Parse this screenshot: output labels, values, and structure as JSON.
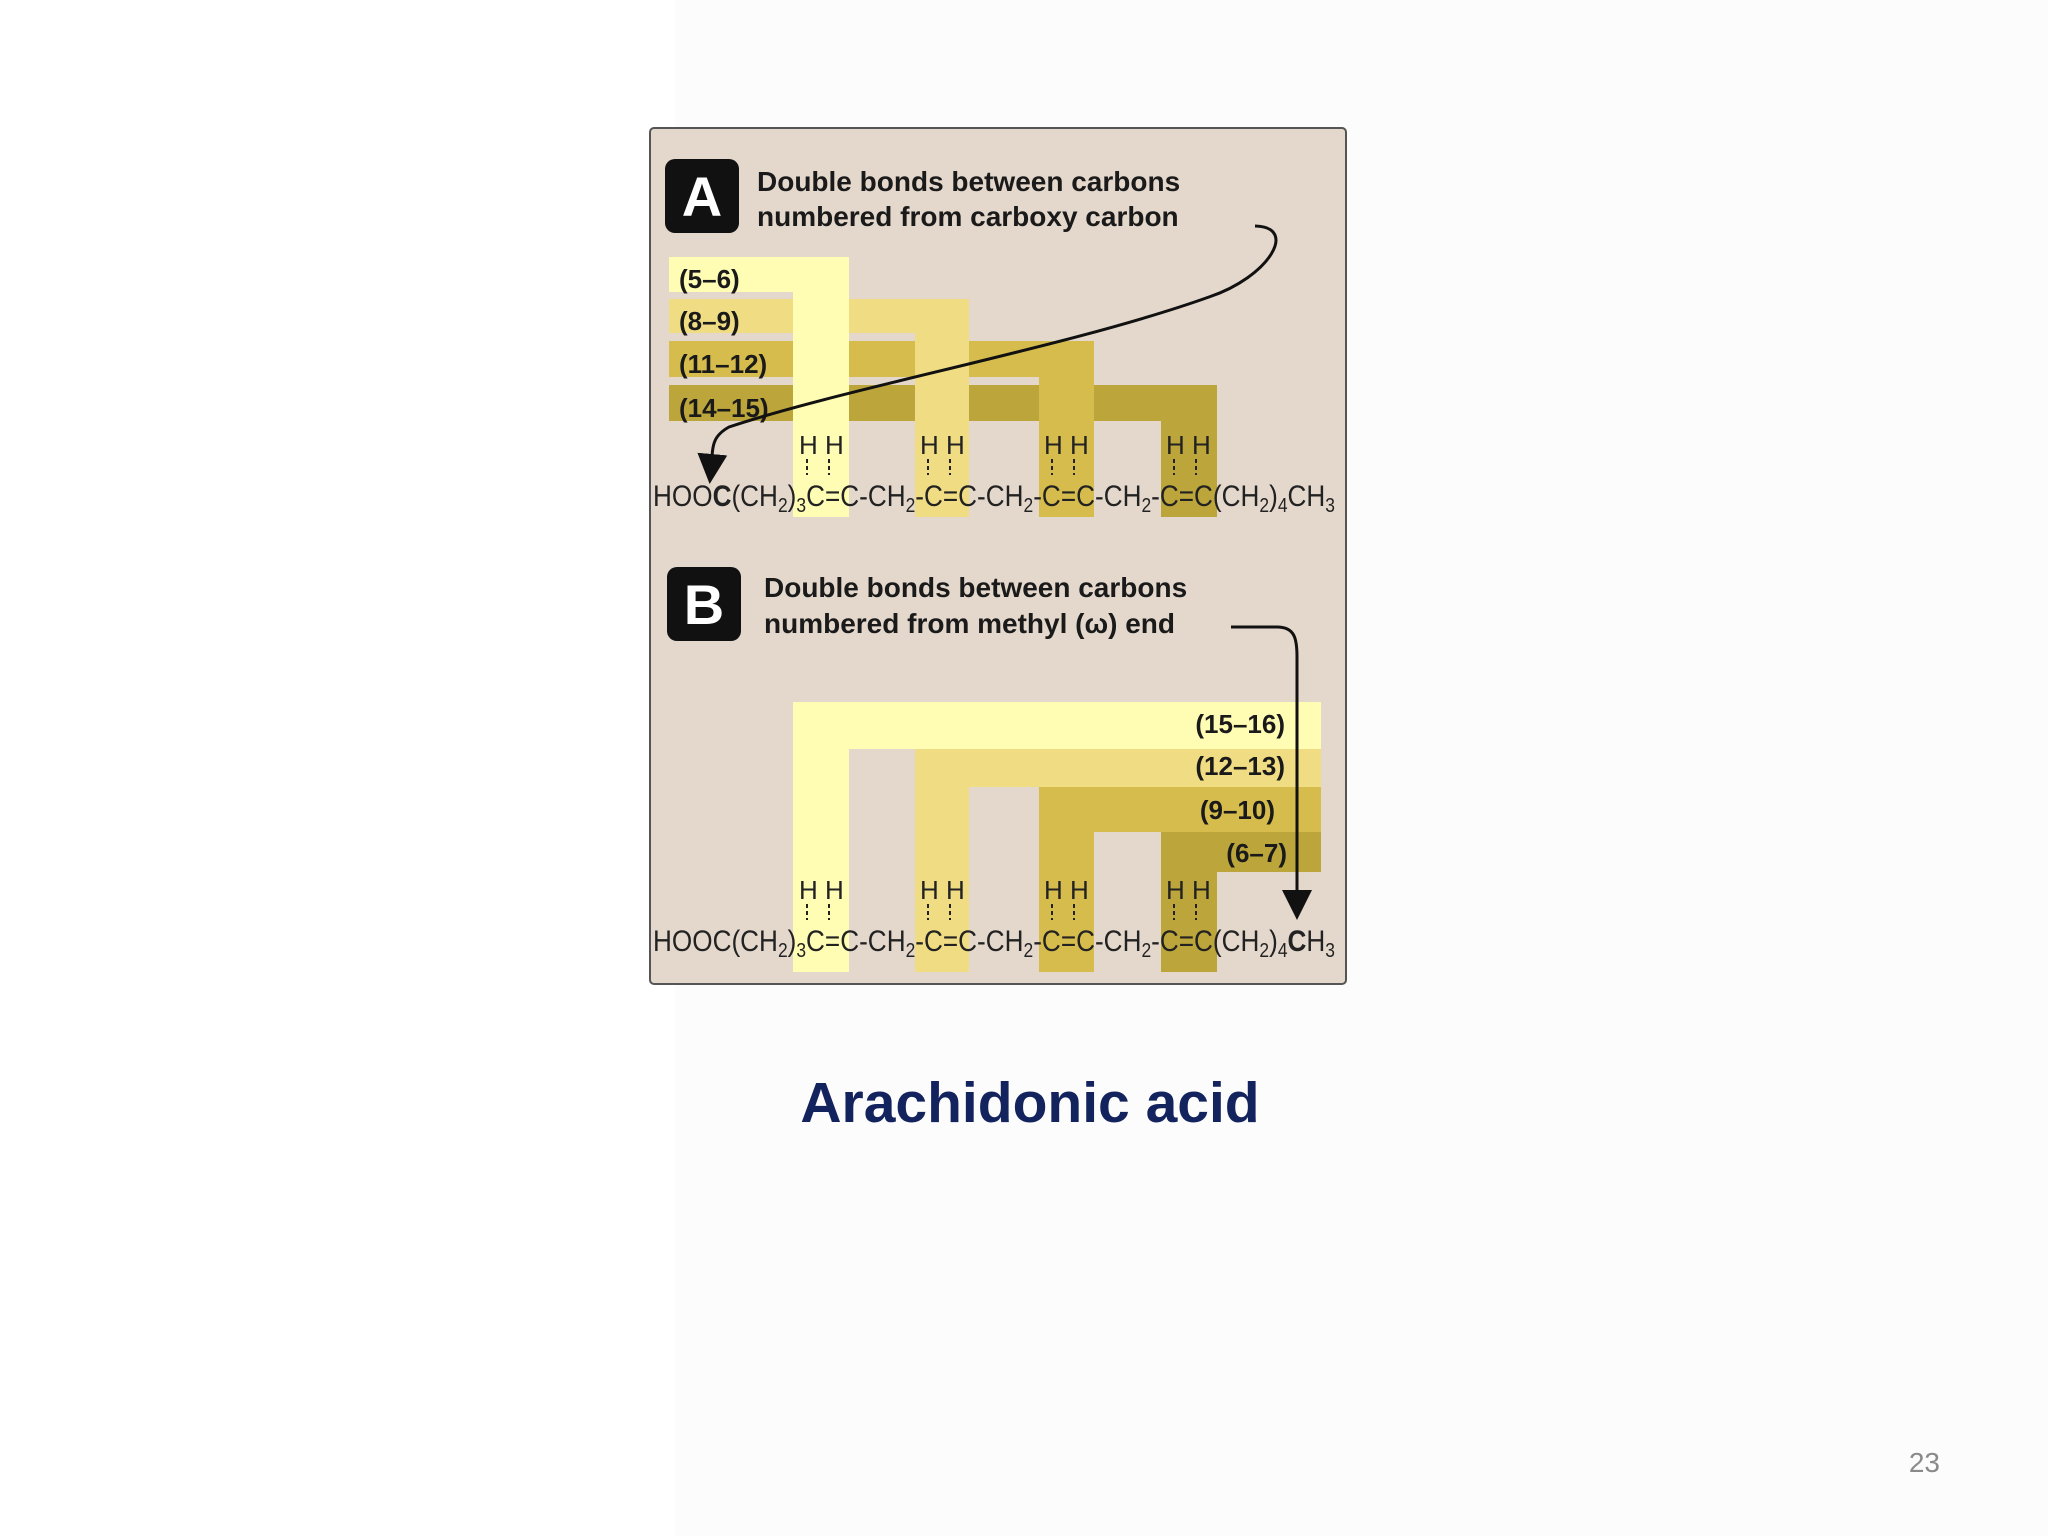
{
  "slide": {
    "title": "Arachidonic acid",
    "page_number": "23"
  },
  "figure": {
    "colors": {
      "panel_bg": "#e4d8cc",
      "band_1": "#fffcb4",
      "band_2": "#f0dc82",
      "band_3": "#d6bc4c",
      "band_4": "#bca53a",
      "badge": "#111111"
    },
    "panel_a": {
      "badge": "A",
      "caption_line1": "Double bonds between carbons",
      "caption_line2": "numbered from carboxy carbon",
      "ranges": [
        "(5–6)",
        "(8–9)",
        "(11–12)",
        "(14–15)"
      ],
      "formula": {
        "head": "HOO",
        "head_carbon": "C",
        "seg1": "(CH",
        "sub1": "2",
        "seg1_close": ")",
        "sub1b": "3",
        "cc1": "C=C",
        "ch2a": "-CH",
        "ch2a_sub": "2",
        "cc2": "-C=C",
        "ch2b": "-CH",
        "ch2b_sub": "2",
        "cc3": "-C=C",
        "ch2c": "-CH",
        "ch2c_sub": "2",
        "cc4": "-C=C",
        "tail": "(CH",
        "tail_sub": "2",
        "tail_close": ")",
        "tail_sub2": "4",
        "tail_end": "CH",
        "tail_end_sub": "3"
      },
      "h_pair": "H H"
    },
    "panel_b": {
      "badge": "B",
      "caption_line1": "Double bonds between carbons",
      "caption_line2": "numbered from methyl (ω) end",
      "ranges": [
        "(15–16)",
        "(12–13)",
        "(9–10)",
        "(6–7)"
      ],
      "formula": {
        "head": "HOOC",
        "seg1": "(CH",
        "sub1": "2",
        "seg1_close": ")",
        "sub1b": "3",
        "cc1": "C=C",
        "ch2a": "-CH",
        "ch2a_sub": "2",
        "cc2": "-C=C",
        "ch2b": "-CH",
        "ch2b_sub": "2",
        "cc3": "-C=C",
        "ch2c": "-CH",
        "ch2c_sub": "2",
        "cc4": "-C=C",
        "tail": "(CH",
        "tail_sub": "2",
        "tail_close": ")",
        "tail_sub2": "4",
        "tail_end_carbon": "C",
        "tail_end": "H",
        "tail_end_sub": "3"
      },
      "h_pair": "H H"
    }
  }
}
